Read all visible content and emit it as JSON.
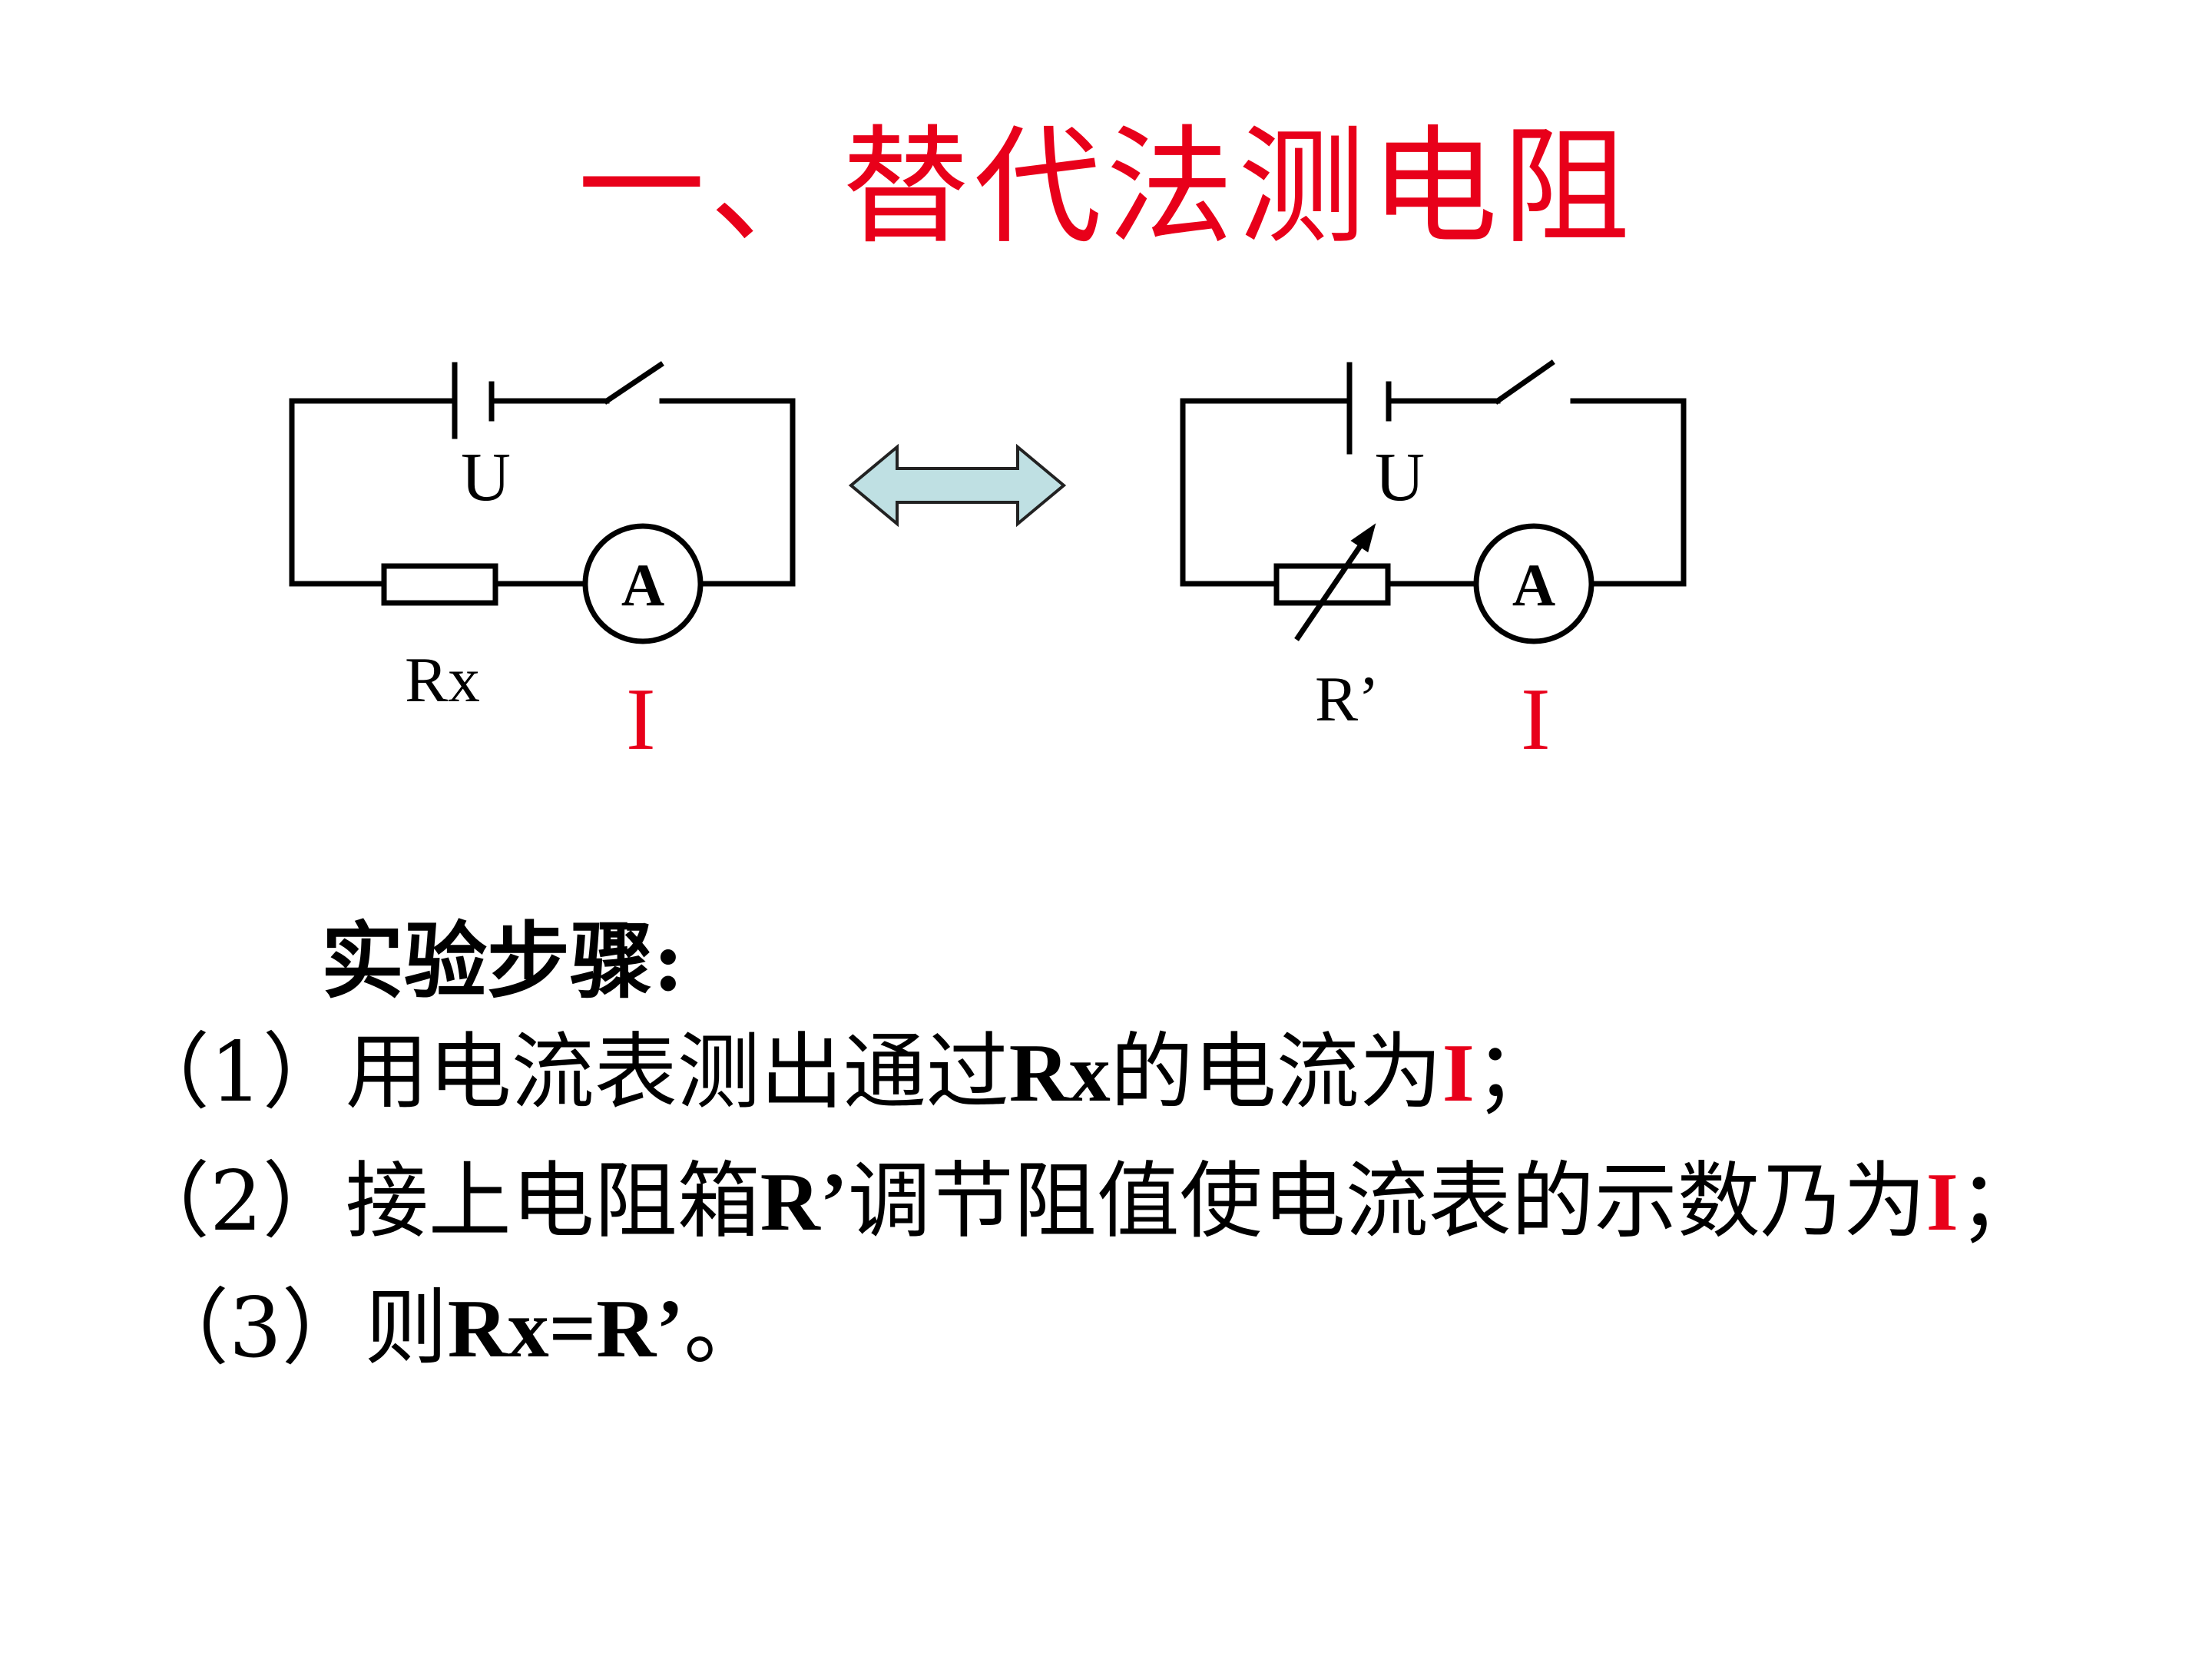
{
  "title": "一、替代法测电阻",
  "left_circuit": {
    "source_label": "U",
    "meter_label": "A",
    "resistor_label": "Rx",
    "current_label": "I"
  },
  "right_circuit": {
    "source_label": "U",
    "meter_label": "A",
    "resistor_label": "R’",
    "current_label": "I"
  },
  "steps": {
    "heading": "实验步骤:",
    "step1": {
      "prefix": "（1）用电流表测出通过",
      "var": "Rx",
      "mid": "的电流为",
      "value": "I",
      "end": "；"
    },
    "step2": {
      "prefix": "（2）接上电阻箱",
      "var": "R’",
      "mid": "调节阻值使电流表的示数乃为",
      "value": "I",
      "end": "；"
    },
    "step3": {
      "prefix": "（3）则",
      "var": "Rx=R’",
      "end": "。"
    }
  },
  "colors": {
    "title": "#e8001a",
    "highlight": "#e8001a",
    "arrow_fill": "#bfe0e3",
    "wire": "#000000"
  }
}
